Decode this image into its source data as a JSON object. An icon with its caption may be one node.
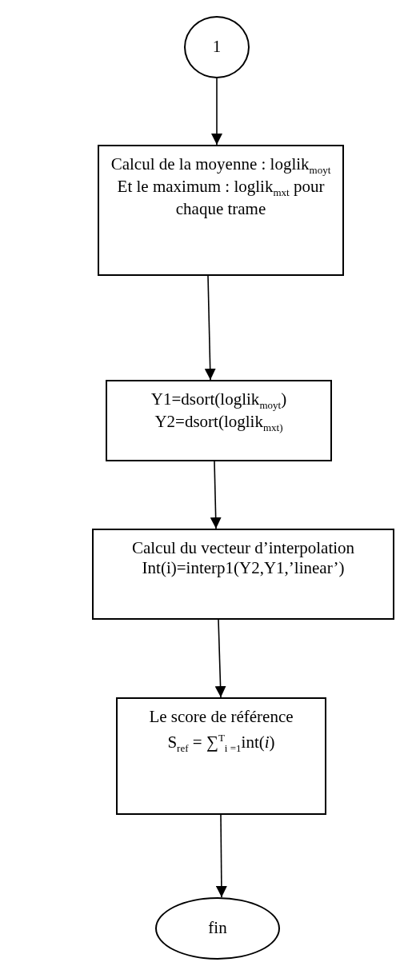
{
  "diagram": {
    "nodes": [
      {
        "text": [
          "1"
        ]
      },
      {
        "text": [
          "Calcul de la moyenne : loglik$_{moyt}$ Et le maximum : loglik$_{mxt}$ pour chaque trame"
        ]
      },
      {
        "text": [
          "Y1=dsort(loglik$_{moyt}$) Y2=dsort(loglik$_{mxt)}$"
        ]
      },
      {
        "text": [
          "Calcul du vecteur d’interpolation Int(i)=interp1(Y2,Y1,’linear’)"
        ]
      },
      {
        "text": [
          "Le score de référence",
          "S$_{ref}$ = ∑$^{T}$$_{i =1}$int(*i*)"
        ]
      },
      {
        "text": [
          "fin"
        ]
      }
    ],
    "edges": [
      {
        "from": 0,
        "to": 1,
        "arrow": "to"
      },
      {
        "from": 1,
        "to": 2,
        "arrow": "to"
      },
      {
        "from": 2,
        "to": 3,
        "arrow": "to"
      },
      {
        "from": 3,
        "to": 4,
        "arrow": "to"
      },
      {
        "from": 4,
        "to": 5,
        "arrow": "to"
      }
    ]
  }
}
